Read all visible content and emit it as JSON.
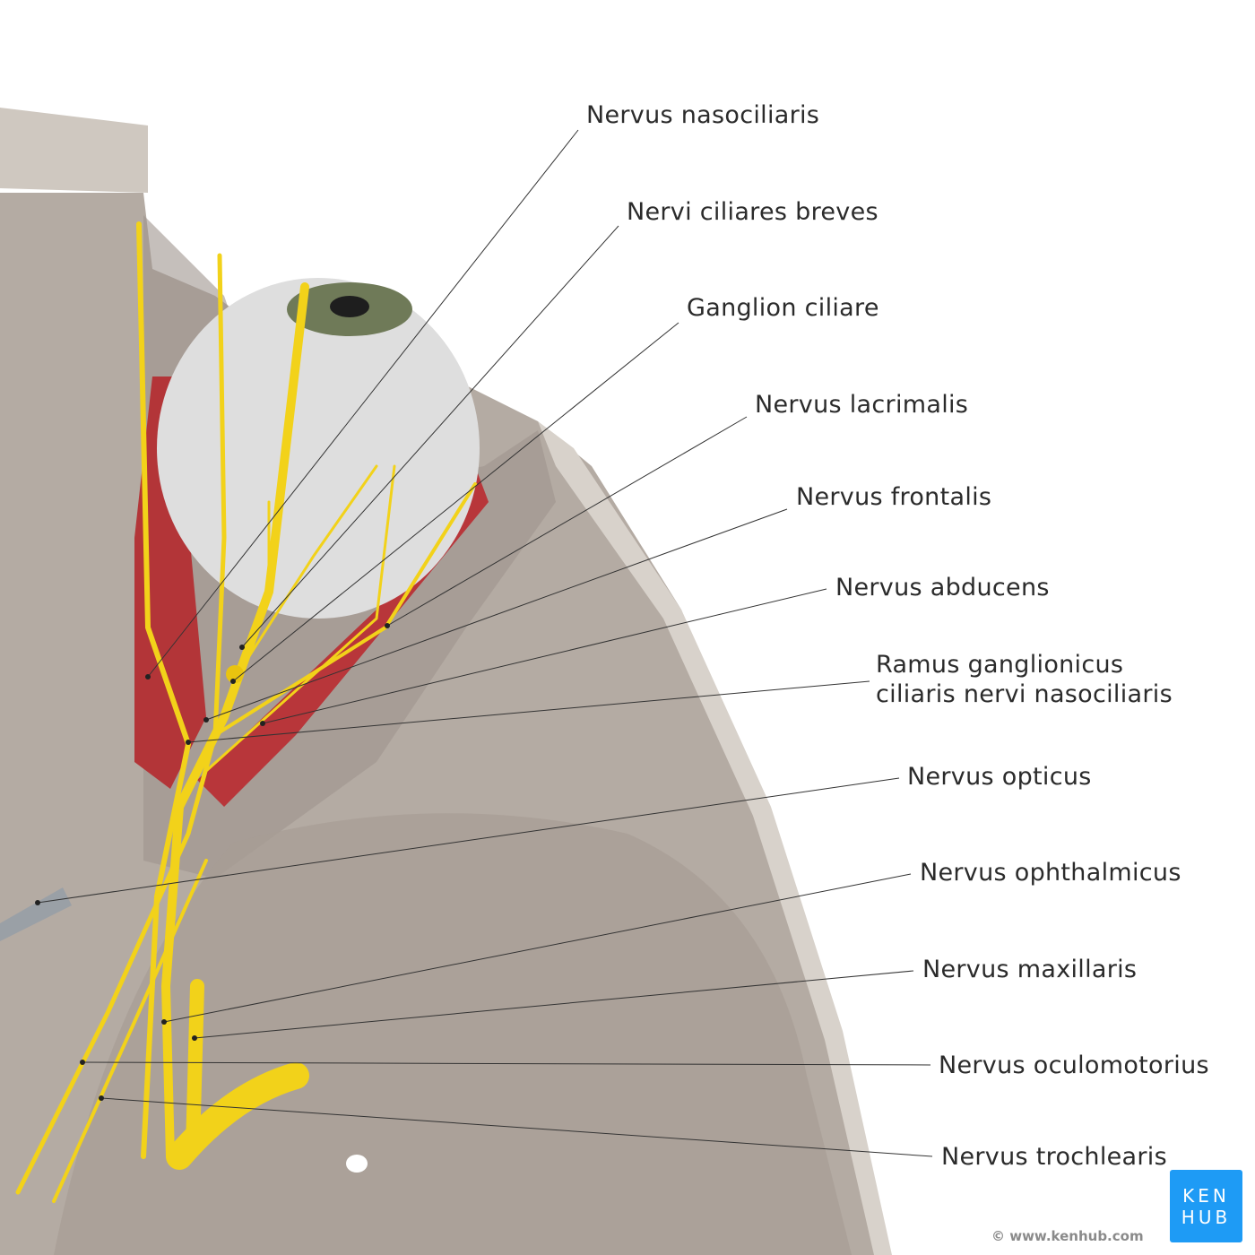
{
  "labels": [
    {
      "text": "Nervus nasociliaris"
    },
    {
      "text": "Nervi ciliares breves"
    },
    {
      "text": "Ganglion ciliare"
    },
    {
      "text": "Nervus lacrimalis"
    },
    {
      "text": "Nervus frontalis"
    },
    {
      "text": "Nervus abducens"
    },
    {
      "text": "Ramus ganglionicus",
      "text2": "ciliaris nervi nasociliaris"
    },
    {
      "text": "Nervus opticus"
    },
    {
      "text": "Nervus ophthalmicus"
    },
    {
      "text": "Nervus maxillaris"
    },
    {
      "text": "Nervus oculomotorius"
    },
    {
      "text": "Nervus trochlearis"
    }
  ],
  "logo": {
    "line1": "KEN",
    "line2": "HUB"
  },
  "copyright": "© www.kenhub.com",
  "colors": {
    "nerve": "#f2d21a",
    "bone": "#b5aca3",
    "muscle": "#b8363a",
    "logo": "#1e9bf5"
  }
}
